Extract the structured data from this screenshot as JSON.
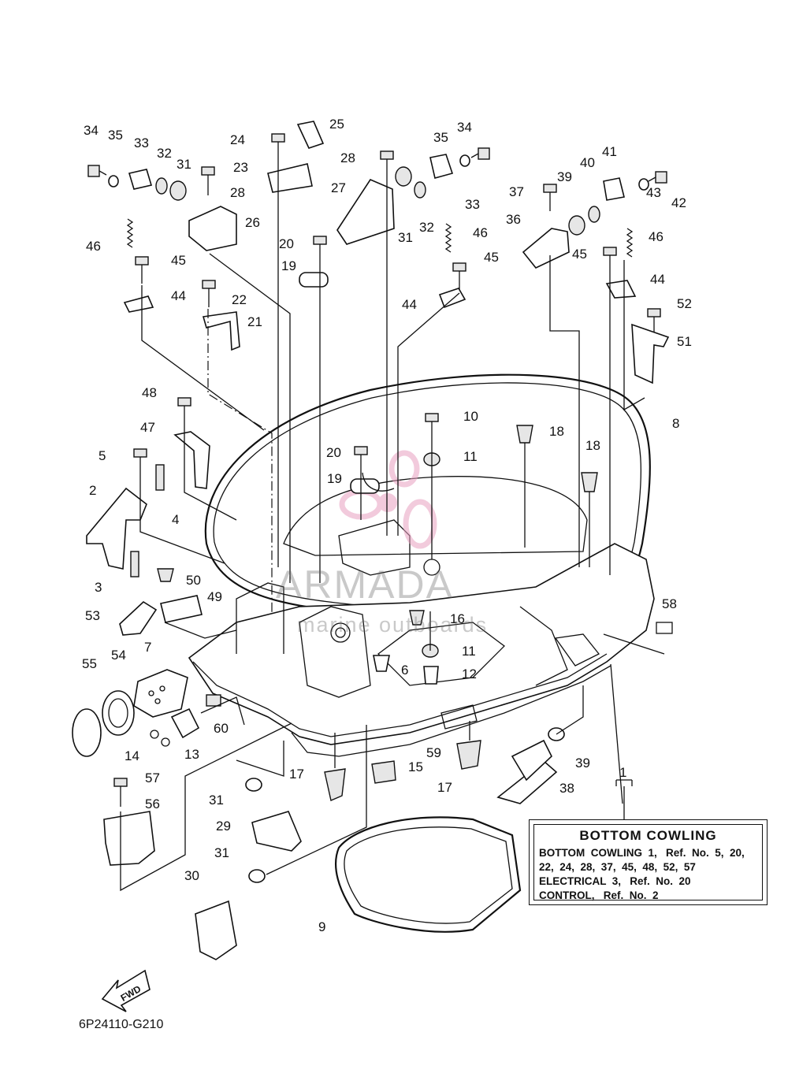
{
  "legend": {
    "title": "BOTTOM  COWLING",
    "lines": [
      "BOTTOM  COWLING  1,   Ref.  No.  5,  20,",
      "22,  24,  28,  37,  45,  48,  52,  57",
      "ELECTRICAL  3,   Ref.  No.  20",
      "CONTROL,   Ref.  No.  2"
    ]
  },
  "diagram_code": "6P24110-G210",
  "fwd_label": "FWD",
  "watermark": {
    "title": "ARMADA",
    "subtitle": "marine outboards",
    "color": "#e8a0c0"
  },
  "callouts": [
    "34",
    "35",
    "33",
    "32",
    "31",
    "28",
    "26",
    "46",
    "45",
    "44",
    "22",
    "21",
    "24",
    "25",
    "23",
    "20",
    "19",
    "27",
    "35",
    "34",
    "33",
    "46",
    "45",
    "44",
    "28",
    "31",
    "32",
    "41",
    "40",
    "39",
    "37",
    "36",
    "45",
    "46",
    "42",
    "43",
    "44",
    "52",
    "51",
    "48",
    "47",
    "5",
    "4",
    "2",
    "3",
    "50",
    "49",
    "53",
    "7",
    "55",
    "54",
    "14",
    "13",
    "60",
    "10",
    "18",
    "11",
    "20",
    "19",
    "16",
    "11",
    "12",
    "6",
    "58",
    "8",
    "18",
    "57",
    "56",
    "31",
    "29",
    "17",
    "15",
    "59",
    "17",
    "39",
    "38",
    "31",
    "30",
    "9",
    "1"
  ]
}
